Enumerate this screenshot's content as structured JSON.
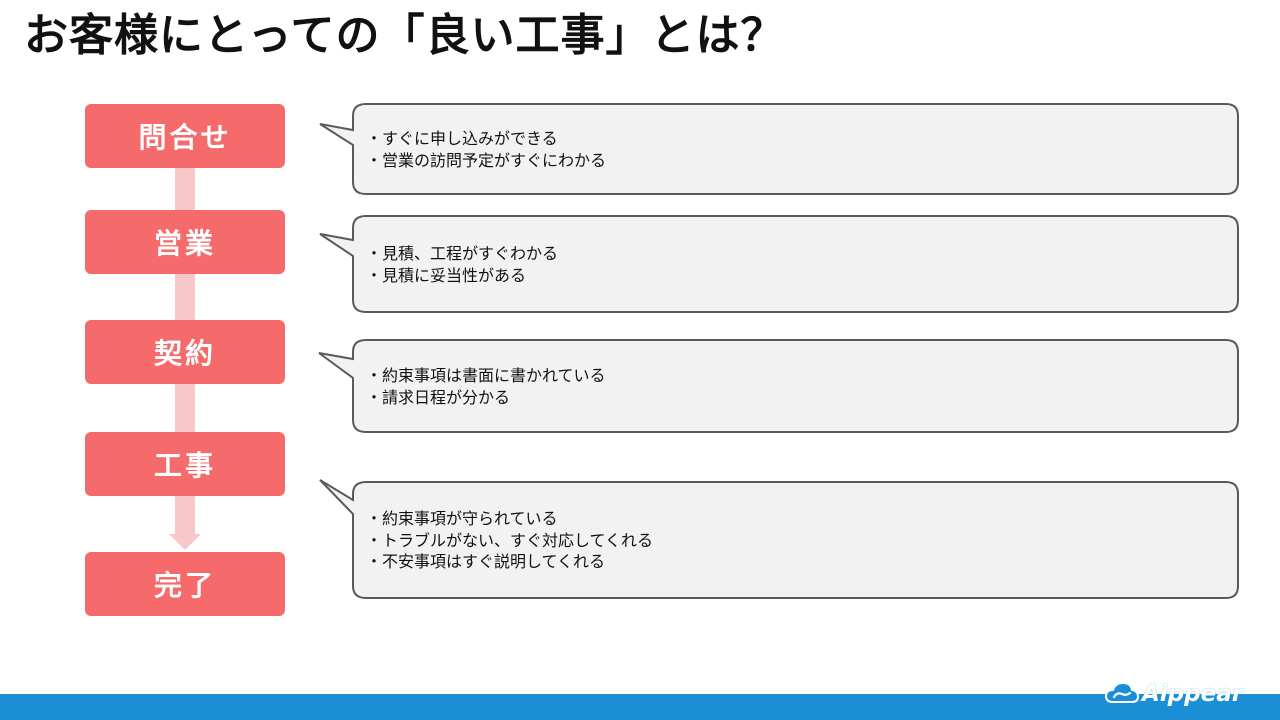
{
  "title": "お客様にとっての「良い工事」とは？",
  "steps": [
    {
      "label": "問合せ"
    },
    {
      "label": "営業"
    },
    {
      "label": "契約"
    },
    {
      "label": "工事"
    },
    {
      "label": "完了"
    }
  ],
  "bubbles": [
    {
      "lines": [
        "・すぐに申し込みができる",
        "・営業の訪問予定がすぐにわかる"
      ]
    },
    {
      "lines": [
        "・見積、工程がすぐわかる",
        "・見積に妥当性がある"
      ]
    },
    {
      "lines": [
        "・約束事項は書面に書かれている",
        "・請求日程が分かる"
      ]
    },
    {
      "lines": [
        "・約束事項が守られている",
        "・トラブルがない、すぐ対応してくれる",
        "・不安事項はすぐ説明してくれる"
      ]
    }
  ],
  "logo": {
    "text": "Aippear",
    "icon": "cloud-icon"
  },
  "colors": {
    "step_fill": "#f56b6b",
    "flow_line": "#f8c8c8",
    "bubble_fill": "#f2f2f2",
    "bubble_stroke": "#5a5a5a",
    "footer_bar": "#1a8fd6"
  }
}
